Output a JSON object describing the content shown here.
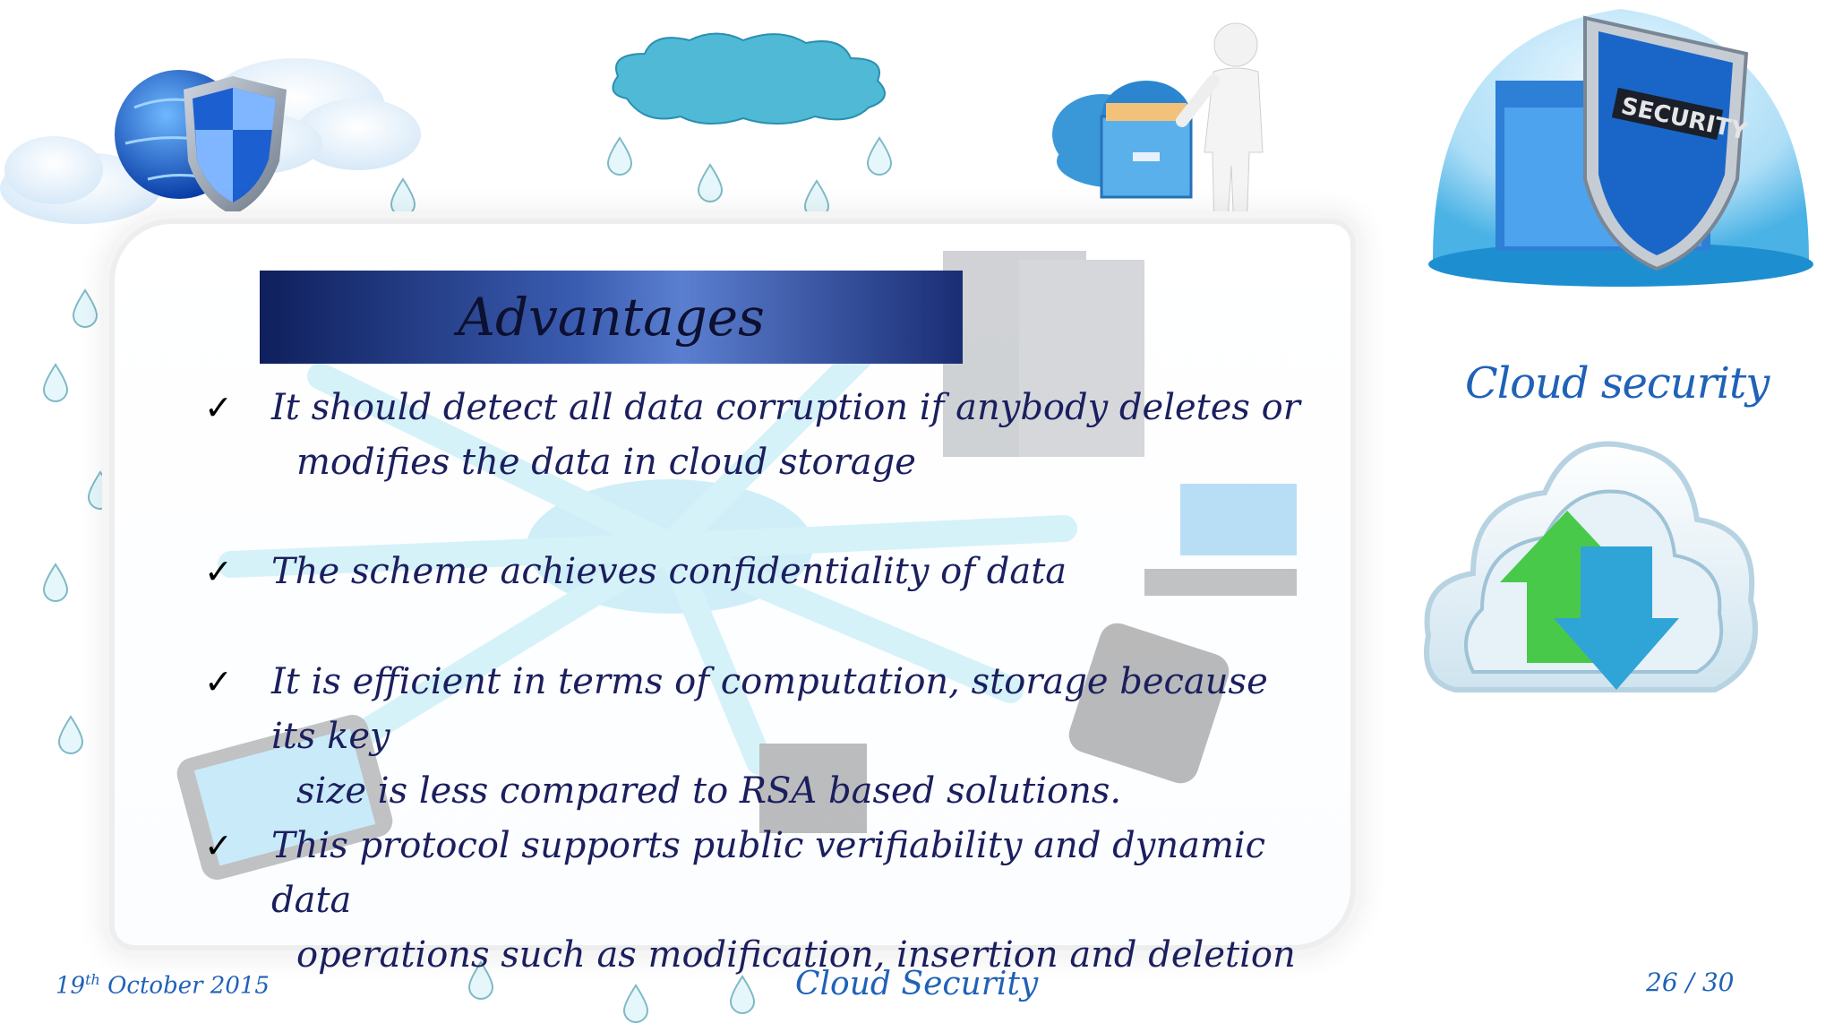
{
  "slide": {
    "title": "Advantages",
    "bullets": [
      {
        "line1": "It should detect all data corruption if anybody deletes  or",
        "line2": "modifies the data in cloud storage"
      },
      {
        "line1": "The scheme achieves confidentiality of data",
        "line2": ""
      },
      {
        "line1": "It is efficient in terms of computation, storage because its key",
        "line2": "size is less compared to RSA based solutions."
      },
      {
        "line1": "This protocol supports public verifiability and dynamic data",
        "line2": "operations such as modification, insertion and deletion"
      }
    ],
    "check_symbol": "✓",
    "side_title": "Cloud security"
  },
  "footer": {
    "date_day": "19",
    "date_suffix": "th",
    "date_rest": " October 2015",
    "center": "Cloud Security",
    "page": "26 / 30"
  },
  "images": {
    "top_left": "globe-shield-cloud-image",
    "top_center": "raining-cloud-image",
    "top_right_center": "person-cloud-file-drawer-image",
    "top_right": "security-shield-folder-image",
    "side": "cloud-upload-download-arrows-image",
    "card_background": "cloud-network-devices-image"
  },
  "colors": {
    "title_bar_dark": "#0f1f5c",
    "title_bar_light": "#5b7fd0",
    "bullet_text": "#1b1f5e",
    "accent_blue": "#1f62b8"
  }
}
